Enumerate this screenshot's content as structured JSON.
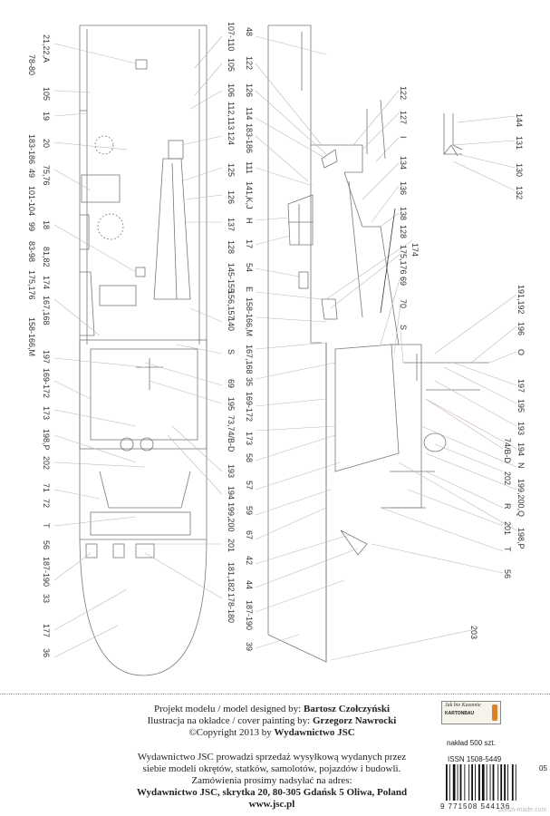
{
  "labels": {
    "top_view_outer": [
      "78-80",
      "183-186",
      "49",
      "101-104",
      "99",
      "83-98",
      "175,176",
      "158-166,M"
    ],
    "top_view_inner": [
      "21,22,A",
      "105",
      "19",
      "20",
      "75,76",
      "18",
      "81,82",
      "174",
      "167,168",
      "197",
      "169-172",
      "173",
      "198,P",
      "202",
      "71",
      "72",
      "T",
      "56",
      "187-190",
      "33",
      "177",
      "36"
    ],
    "top_view_right": [
      "107-110",
      "105",
      "106",
      "112,113",
      "124",
      "125",
      "126",
      "137",
      "128",
      "145-155",
      "156,157",
      "140",
      "S",
      "69",
      "195",
      "73,74/B-D",
      "193",
      "194",
      "199,200",
      "201",
      "181,182",
      "178-180"
    ],
    "side_view_left": [
      "48",
      "122",
      "126",
      "114",
      "183-186",
      "111",
      "141,K,J",
      "H",
      "17",
      "54",
      "E",
      "158-166,M",
      "167,168",
      "35",
      "169-172",
      "173",
      "58",
      "57",
      "59",
      "67",
      "42",
      "44",
      "187-190",
      "39"
    ],
    "side_view_mid": [
      "122",
      "127",
      "I",
      "134",
      "136",
      "138",
      "128",
      "174",
      "175,176",
      "69",
      "70",
      "S"
    ],
    "detail_top_right": [
      "144",
      "131",
      "130",
      "132"
    ],
    "side_view_right": [
      "191,192",
      "196",
      "O",
      "197",
      "195",
      "193",
      "194",
      "N",
      "199,200,Q",
      "198,P"
    ],
    "side_view_right_inner": [
      "74/B-D",
      "202",
      "R",
      "201",
      "T",
      "56",
      "203"
    ]
  },
  "credits": {
    "line1_prefix": "Projekt modelu / model designed by: ",
    "line1_name": "Bartosz Czołczyński",
    "line2_prefix": "Ilustracja na okładce / cover painting by: ",
    "line2_name": "Grzegorz Nawrocki",
    "line3_prefix": "©Copyright 2013 by ",
    "line3_name": "Wydawnictwo JSC",
    "info1": "Wydawnictwo JSC prowadzi sprzedaż wysyłkową wydanych przez",
    "info2": "siebie modeli okrętów, statków, samolotów, pojazdów i budowli.",
    "info3": "Zamówienia prosimy nadsyłać na adres:",
    "address": "Wydawnictwo JSC, skrytka 20, 80-305 Gdańsk 5 Oliwa, Poland",
    "website": "www.jsc.pl"
  },
  "logo": {
    "text1": "Jak bie Kazamie",
    "text2": "KARTONBAU"
  },
  "naklad": "nakład 500 szt.",
  "issn": "ISSN 1508-5449",
  "ean": "9 771508 544136",
  "issue": "05",
  "watermark": "polish-made.com"
}
